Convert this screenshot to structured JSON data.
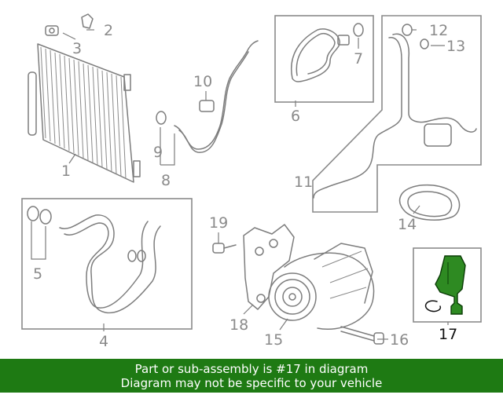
{
  "callouts": {
    "c1": "1",
    "c2": "2",
    "c3": "3",
    "c4": "4",
    "c5": "5",
    "c6": "6",
    "c7": "7",
    "c8": "8",
    "c9": "9",
    "c10": "10",
    "c11": "11",
    "c12": "12",
    "c13": "13",
    "c14": "14",
    "c15": "15",
    "c16": "16",
    "c17": "17",
    "c18": "18",
    "c19": "19"
  },
  "highlight": {
    "part_number": "17",
    "color": "#1e7a13",
    "part_fill": "#2e8a22"
  },
  "banner": {
    "line1": "Part or sub-assembly is #17 in diagram",
    "line2": "Diagram may not be specific to your vehicle",
    "background": "#1e7a13"
  }
}
